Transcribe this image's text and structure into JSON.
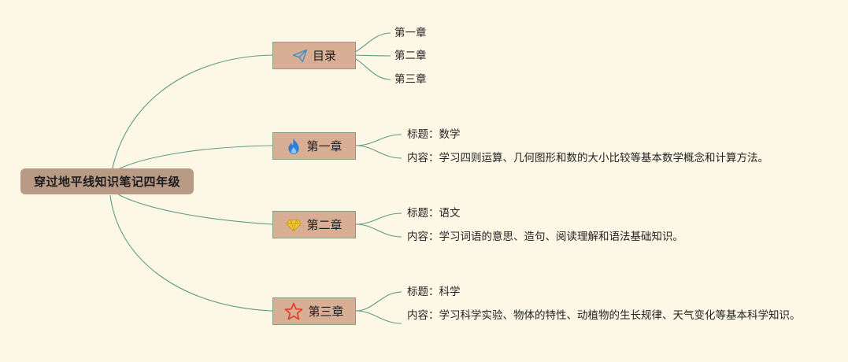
{
  "root": {
    "label": "穿过地平线知识笔记四年级"
  },
  "topics": [
    {
      "label": "目录",
      "icon": "paper-plane-icon",
      "icon_color": "#4a90c8",
      "children": [
        "第一章",
        "第二章",
        "第三章"
      ]
    },
    {
      "label": "第一章",
      "icon": "flame-icon",
      "icon_color": "#2f7fd8",
      "children": [
        "标题：数学",
        "内容：学习四则运算、几何图形和数的大小比较等基本数学概念和计算方法。"
      ]
    },
    {
      "label": "第二章",
      "icon": "diamond-icon",
      "icon_color": "#f2c634",
      "children": [
        "标题：语文",
        "内容：学习词语的意思、造句、阅读理解和语法基础知识。"
      ]
    },
    {
      "label": "第三章",
      "icon": "star-icon",
      "icon_color": "#e0452b",
      "children": [
        "标题：科学",
        "内容：学习科学实验、物体的特性、动植物的生长规律、天气变化等基本科学知识。"
      ]
    }
  ],
  "colors": {
    "background": "#fdf8e6",
    "root_fill": "#b99a85",
    "topic_fill": "#d8ae94",
    "connector": "#5e9a85"
  }
}
